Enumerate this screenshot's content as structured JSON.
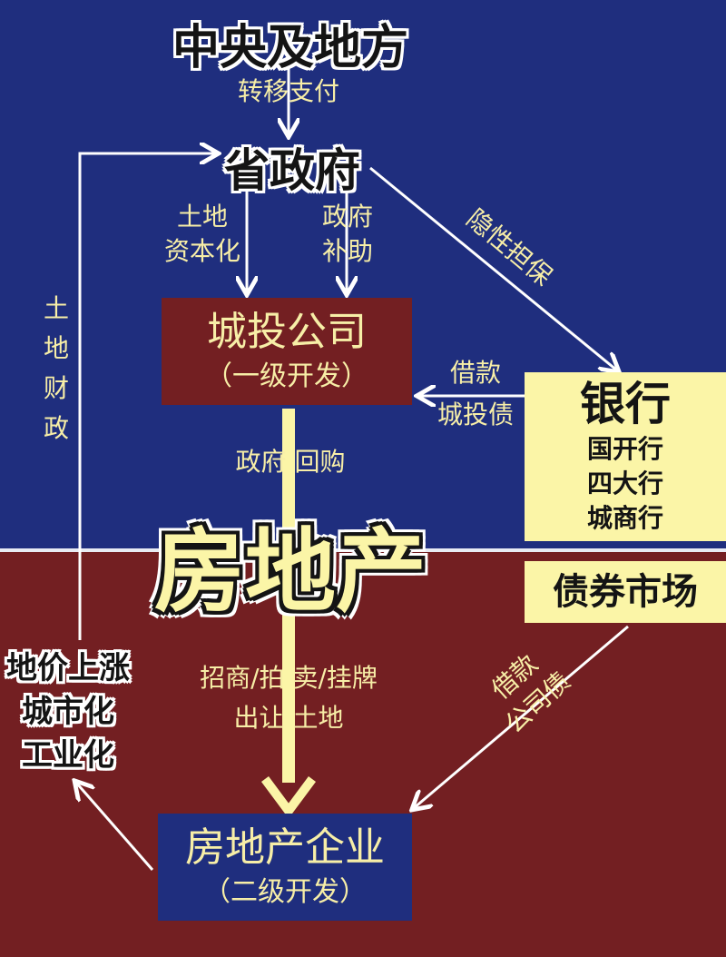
{
  "nodes": {
    "central_local": "中央及地方",
    "provincial_gov": "省政府",
    "chengtou_title": "城投公司",
    "chengtou_sub": "（一级开发）",
    "banks_title": "银行",
    "banks_list": [
      "国开行",
      "四大行",
      "城商行"
    ],
    "real_estate": "房地产",
    "bond_market": "债券市场",
    "developer_title": "房地产企业",
    "developer_sub": "（二级开发）",
    "land_price_lines": [
      "地价上涨",
      "城市化",
      "工业化"
    ]
  },
  "edge_labels": {
    "transfer_payment": "转移支付",
    "land_capitalization": [
      "土地",
      "资本化"
    ],
    "gov_subsidy": [
      "政府",
      "补助"
    ],
    "implicit_guarantee": "隐性担保",
    "loans_bonds": [
      "借款",
      "城投债"
    ],
    "gov_buyback": "政府 回购",
    "land_finance": [
      "土",
      "地",
      "财",
      "政"
    ],
    "land_sale": [
      "招商/拍 卖/挂牌",
      "出让 土地"
    ],
    "loans_corp_bonds": [
      "借款",
      "公司债"
    ]
  },
  "colors": {
    "navy": "#1f2e7e",
    "maroon": "#731f22",
    "pale_yellow": "#fbf5a7",
    "label_yellow": "#f7eea7",
    "arrow_white": "#ffffff"
  }
}
